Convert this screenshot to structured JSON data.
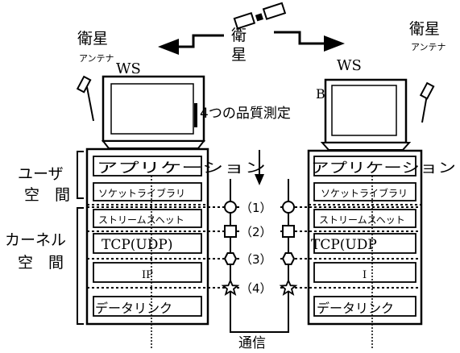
{
  "satellite": {
    "top_label_line1": "衛",
    "top_label_line2": "星",
    "left_antenna_title": "衛星",
    "left_antenna_sub": "アンテナ",
    "right_antenna_title": "衛星",
    "right_antenna_sub": "アンテナ"
  },
  "workstations": {
    "left_label": "WS",
    "right_label": "WS",
    "right_sub": "B"
  },
  "quality_title": "4つの品質測定",
  "space_labels": {
    "user_line1": "ユーザ",
    "user_line2": "空　間",
    "kernel_line1": "カーネル",
    "kernel_line2": "空　間"
  },
  "stacks": {
    "left": [
      "アプリケーション",
      "ソケットライブラリ",
      "ストリームスヘット",
      "TCP(UDP)",
      "IP",
      "データリンク"
    ],
    "right": [
      "アプリケーション",
      "ソケットライブラリ",
      "ストリームスヘット",
      "TCP(UDP",
      "I",
      "データリンク"
    ]
  },
  "measure_points": [
    "（1）",
    "（2）",
    "（3）",
    "（4）"
  ],
  "comm_label": "通信"
}
